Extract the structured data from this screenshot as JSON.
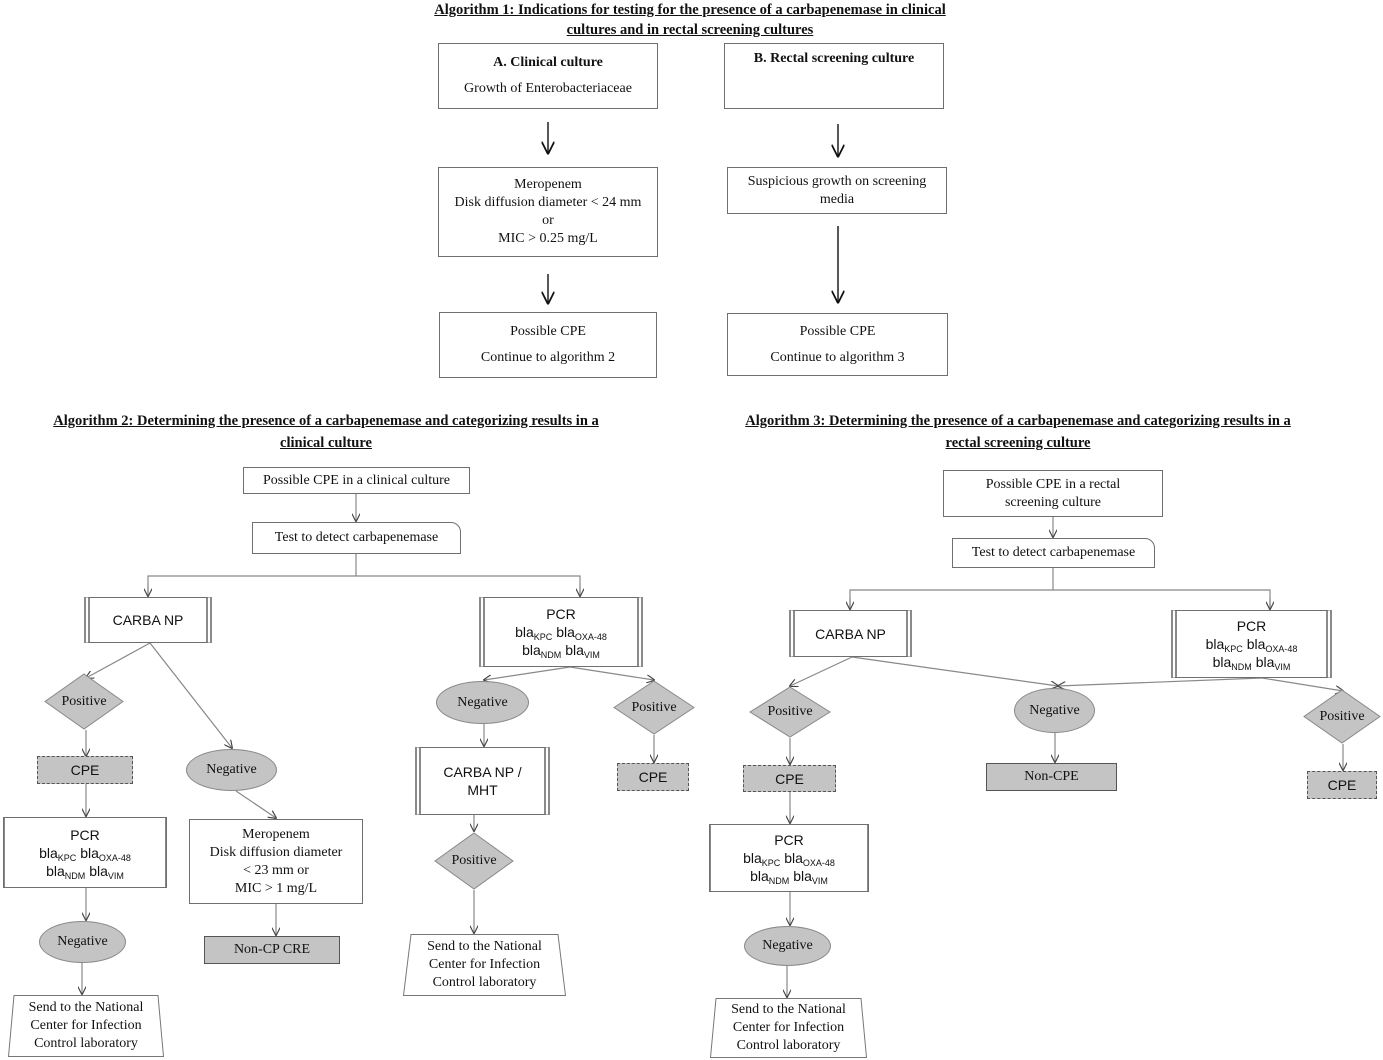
{
  "headings": {
    "alg1": [
      "Algorithm 1: Indications for testing for the presence of a carbapenemase in clinical",
      "cultures and in rectal screening cultures"
    ],
    "alg2": [
      "Algorithm 2: Determining the presence of a carbapenemase and categorizing results in a",
      "clinical culture"
    ],
    "alg3": [
      "Algorithm 3: Determining the presence of a carbapenemase and categorizing results in a",
      "rectal screening culture"
    ]
  },
  "alg1": {
    "a_title": "A.  Clinical culture",
    "a_sub": "Growth of Enterobacteriaceae",
    "b_title": "B. Rectal screening culture",
    "mero": [
      "Meropenem",
      "Disk diffusion diameter < 24 mm",
      "or",
      "MIC > 0.25 mg/L"
    ],
    "suspicious": [
      "Suspicious growth on screening",
      "media"
    ],
    "possible_a": [
      "Possible CPE",
      "Continue to algorithm 2"
    ],
    "possible_b": [
      "Possible CPE",
      "Continue to algorithm 3"
    ]
  },
  "pcr": {
    "title": "PCR",
    "prefix": "bla",
    "g1": "KPC",
    "g2": "OXA-48",
    "g3": "NDM",
    "g4": "VIM"
  },
  "alg2": {
    "start": "Possible CPE in a clinical culture",
    "test": "Test to detect carbapenemase",
    "carba": "CARBA NP",
    "positive": "Positive",
    "negative": "Negative",
    "cpe": "CPE",
    "mero": [
      "Meropenem",
      "Disk diffusion diameter",
      "< 23 mm or",
      "MIC > 1 mg/L"
    ],
    "noncp": "Non-CP CRE",
    "send": [
      "Send to the National",
      "Center for Infection",
      "Control laboratory"
    ],
    "carba_mht": [
      "CARBA NP /",
      "MHT"
    ]
  },
  "alg3": {
    "start": [
      "Possible CPE in a rectal",
      "screening culture"
    ],
    "test": "Test to detect carbapenemase",
    "carba": "CARBA NP",
    "positive": "Positive",
    "negative": "Negative",
    "cpe": "CPE",
    "noncpe": "Non-CPE",
    "send": [
      "Send to the National",
      "Center for Infection",
      "Control laboratory"
    ]
  }
}
